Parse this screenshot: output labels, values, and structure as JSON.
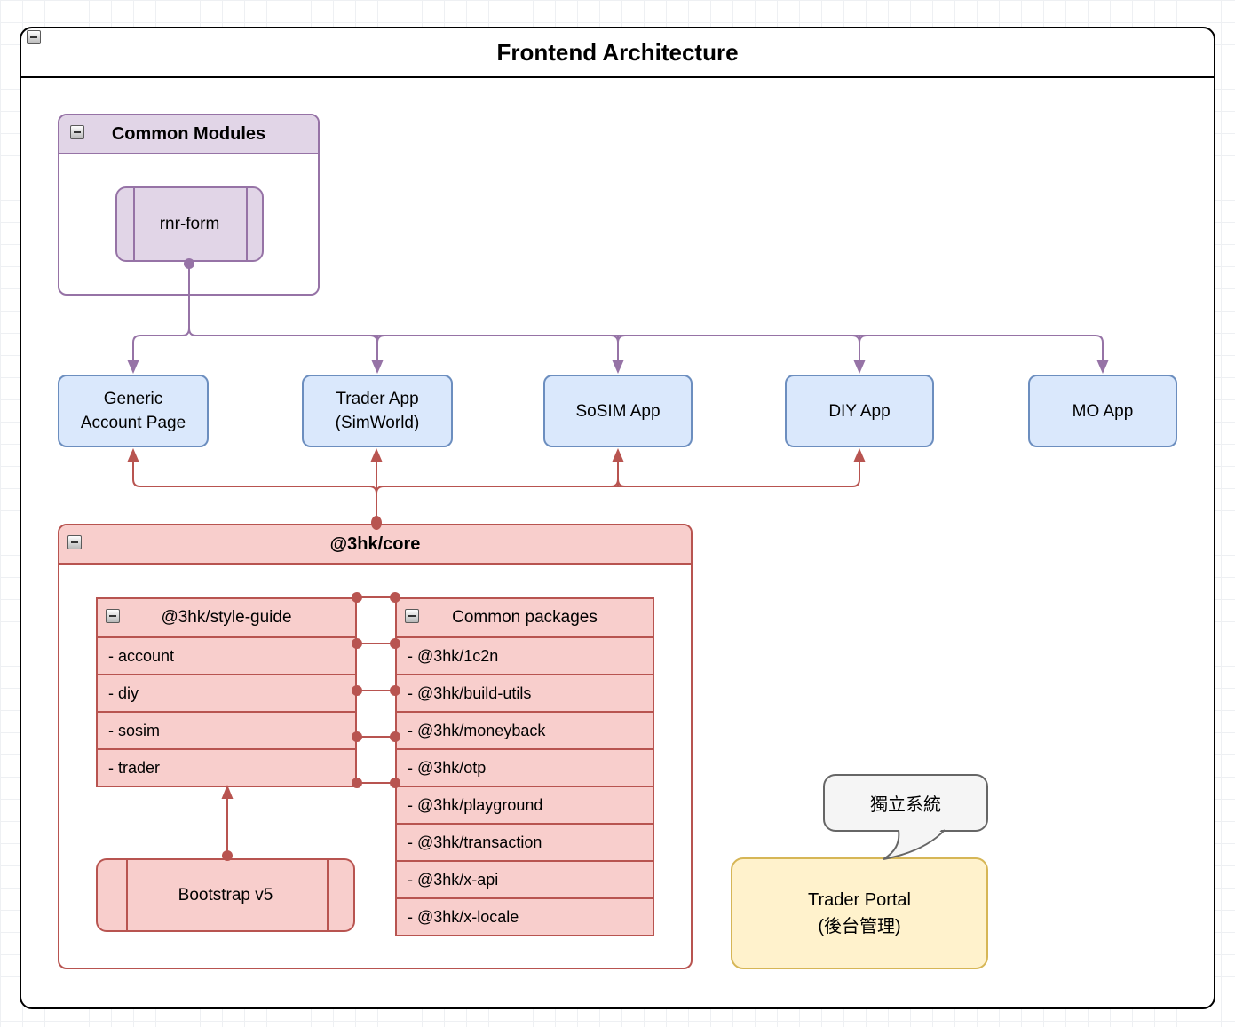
{
  "window": {
    "title": "Frontend Architecture"
  },
  "common_modules": {
    "title": "Common Modules",
    "module_label": "rnr-form"
  },
  "apps": [
    {
      "label": "Generic\nAccount Page"
    },
    {
      "label": "Trader App\n(SimWorld)"
    },
    {
      "label": "SoSIM App"
    },
    {
      "label": "DIY App"
    },
    {
      "label": "MO App"
    }
  ],
  "core": {
    "title": "@3hk/core",
    "style_guide": {
      "title": "@3hk/style-guide",
      "rows": [
        "- account",
        "- diy",
        "- sosim",
        "- trader"
      ]
    },
    "common_packages": {
      "title": "Common packages",
      "rows": [
        "- @3hk/1c2n",
        "- @3hk/build-utils",
        "- @3hk/moneyback",
        "- @3hk/otp",
        "- @3hk/playground",
        "- @3hk/transaction",
        "- @3hk/x-api",
        "- @3hk/x-locale"
      ]
    },
    "bootstrap_label": "Bootstrap v5"
  },
  "standalone": {
    "callout": "獨立系統",
    "portal_label": "Trader Portal\n(後台管理)"
  },
  "colors": {
    "purple_stroke": "#9673A6",
    "purple_fill": "#E1D5E7",
    "blue_stroke": "#6C8EBF",
    "blue_fill": "#DAE8FC",
    "red_stroke": "#B85450",
    "red_fill": "#F8CECC",
    "yellow_stroke": "#D6B656",
    "yellow_fill": "#FFF2CC",
    "gray_stroke": "#666666",
    "gray_fill": "#F5F5F5"
  }
}
